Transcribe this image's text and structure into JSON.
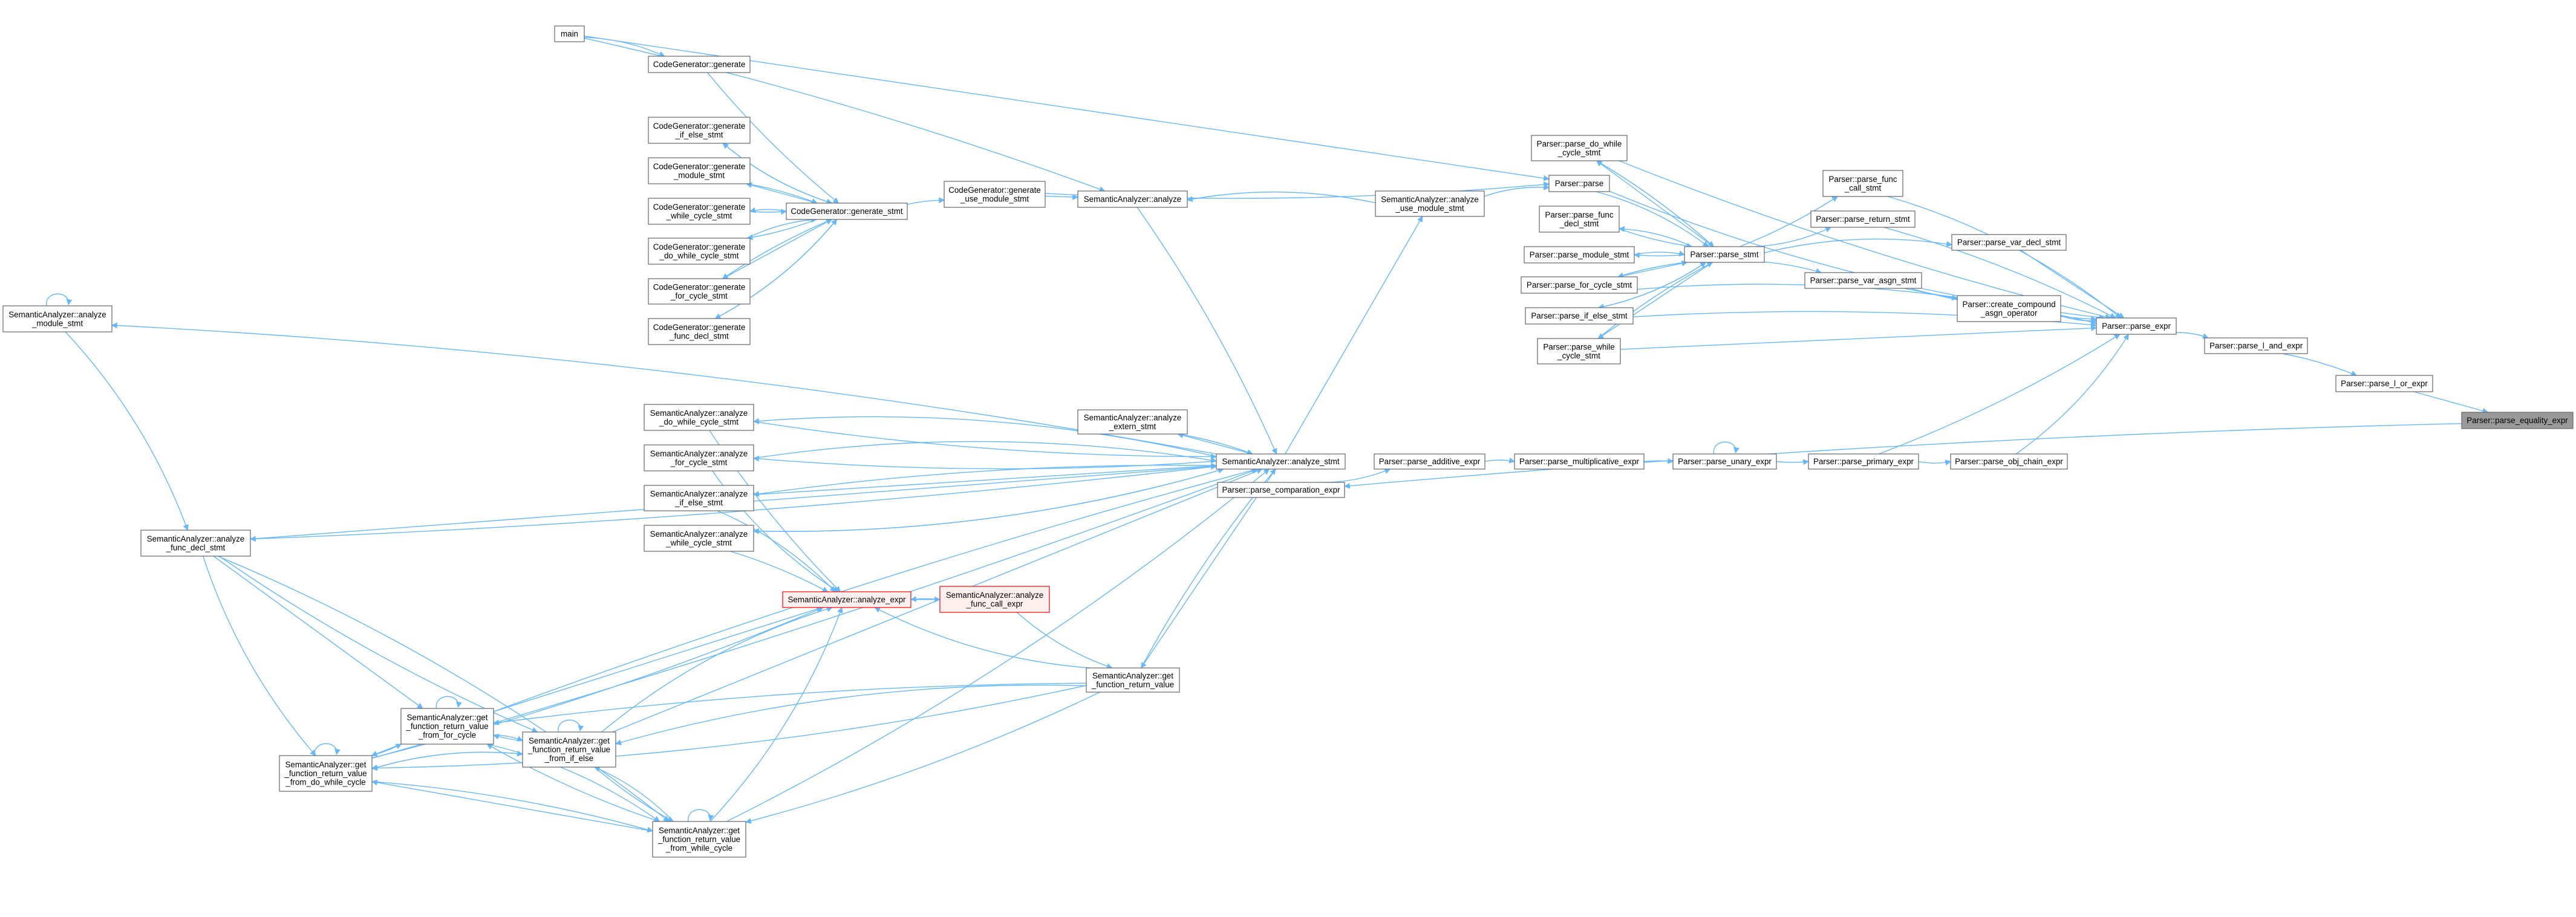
{
  "title": "Parser::parse_equality_expr caller graph",
  "colors": {
    "edge": "#63b8ff",
    "node_border": "#666666",
    "highlight_fill": "#999999",
    "warn_border": "#ff0000",
    "warn_fill": "#fff0f0"
  },
  "nodes": [
    {
      "id": "main",
      "lines": [
        "main"
      ],
      "style": "normal"
    },
    {
      "id": "cg_generate",
      "lines": [
        "CodeGenerator::generate"
      ],
      "style": "normal"
    },
    {
      "id": "cg_if_else",
      "lines": [
        "CodeGenerator::generate",
        "_if_else_stmt"
      ],
      "style": "normal"
    },
    {
      "id": "cg_module",
      "lines": [
        "CodeGenerator::generate",
        "_module_stmt"
      ],
      "style": "normal"
    },
    {
      "id": "cg_while",
      "lines": [
        "CodeGenerator::generate",
        "_while_cycle_stmt"
      ],
      "style": "normal"
    },
    {
      "id": "cg_do_while",
      "lines": [
        "CodeGenerator::generate",
        "_do_while_cycle_stmt"
      ],
      "style": "normal"
    },
    {
      "id": "cg_for",
      "lines": [
        "CodeGenerator::generate",
        "_for_cycle_stmt"
      ],
      "style": "normal"
    },
    {
      "id": "cg_func_decl",
      "lines": [
        "CodeGenerator::generate",
        "_func_decl_stmt"
      ],
      "style": "normal"
    },
    {
      "id": "cg_stmt",
      "lines": [
        "CodeGenerator::generate_stmt"
      ],
      "style": "normal"
    },
    {
      "id": "cg_use_module",
      "lines": [
        "CodeGenerator::generate",
        "_use_module_stmt"
      ],
      "style": "normal"
    },
    {
      "id": "sa_analyze",
      "lines": [
        "SemanticAnalyzer::analyze"
      ],
      "style": "normal"
    },
    {
      "id": "sa_use_module",
      "lines": [
        "SemanticAnalyzer::analyze",
        "_use_module_stmt"
      ],
      "style": "normal"
    },
    {
      "id": "sa_module",
      "lines": [
        "SemanticAnalyzer::analyze",
        "_module_stmt"
      ],
      "style": "normal"
    },
    {
      "id": "sa_func_decl",
      "lines": [
        "SemanticAnalyzer::analyze",
        "_func_decl_stmt"
      ],
      "style": "normal"
    },
    {
      "id": "sa_do_while",
      "lines": [
        "SemanticAnalyzer::analyze",
        "_do_while_cycle_stmt"
      ],
      "style": "normal"
    },
    {
      "id": "sa_for",
      "lines": [
        "SemanticAnalyzer::analyze",
        "_for_cycle_stmt"
      ],
      "style": "normal"
    },
    {
      "id": "sa_if_else",
      "lines": [
        "SemanticAnalyzer::analyze",
        "_if_else_stmt"
      ],
      "style": "normal"
    },
    {
      "id": "sa_while",
      "lines": [
        "SemanticAnalyzer::analyze",
        "_while_cycle_stmt"
      ],
      "style": "normal"
    },
    {
      "id": "sa_extern",
      "lines": [
        "SemanticAnalyzer::analyze",
        "_extern_stmt"
      ],
      "style": "normal"
    },
    {
      "id": "sa_stmt",
      "lines": [
        "SemanticAnalyzer::analyze_stmt"
      ],
      "style": "normal"
    },
    {
      "id": "sa_expr",
      "lines": [
        "SemanticAnalyzer::analyze_expr"
      ],
      "style": "warn"
    },
    {
      "id": "sa_func_call",
      "lines": [
        "SemanticAnalyzer::analyze",
        "_func_call_expr"
      ],
      "style": "warn"
    },
    {
      "id": "sa_get_rv",
      "lines": [
        "SemanticAnalyzer::get",
        "_function_return_value"
      ],
      "style": "normal"
    },
    {
      "id": "sa_rv_for",
      "lines": [
        "SemanticAnalyzer::get",
        "_function_return_value",
        "_from_for_cycle"
      ],
      "style": "normal"
    },
    {
      "id": "sa_rv_if",
      "lines": [
        "SemanticAnalyzer::get",
        "_function_return_value",
        "_from_if_else"
      ],
      "style": "normal"
    },
    {
      "id": "sa_rv_do",
      "lines": [
        "SemanticAnalyzer::get",
        "_function_return_value",
        "_from_do_while_cycle"
      ],
      "style": "normal"
    },
    {
      "id": "sa_rv_while",
      "lines": [
        "SemanticAnalyzer::get",
        "_function_return_value",
        "_from_while_cycle"
      ],
      "style": "normal"
    },
    {
      "id": "p_parse",
      "lines": [
        "Parser::parse"
      ],
      "style": "normal"
    },
    {
      "id": "p_do_while",
      "lines": [
        "Parser::parse_do_while",
        "_cycle_stmt"
      ],
      "style": "normal"
    },
    {
      "id": "p_func_decl",
      "lines": [
        "Parser::parse_func",
        "_decl_stmt"
      ],
      "style": "normal"
    },
    {
      "id": "p_module",
      "lines": [
        "Parser::parse_module_stmt"
      ],
      "style": "normal"
    },
    {
      "id": "p_for",
      "lines": [
        "Parser::parse_for_cycle_stmt"
      ],
      "style": "normal"
    },
    {
      "id": "p_if_else",
      "lines": [
        "Parser::parse_if_else_stmt"
      ],
      "style": "normal"
    },
    {
      "id": "p_while",
      "lines": [
        "Parser::parse_while",
        "_cycle_stmt"
      ],
      "style": "normal"
    },
    {
      "id": "p_stmt",
      "lines": [
        "Parser::parse_stmt"
      ],
      "style": "normal"
    },
    {
      "id": "p_func_call",
      "lines": [
        "Parser::parse_func",
        "_call_stmt"
      ],
      "style": "normal"
    },
    {
      "id": "p_return",
      "lines": [
        "Parser::parse_return_stmt"
      ],
      "style": "normal"
    },
    {
      "id": "p_var_decl",
      "lines": [
        "Parser::parse_var_decl_stmt"
      ],
      "style": "normal"
    },
    {
      "id": "p_var_asgn",
      "lines": [
        "Parser::parse_var_asgn_stmt"
      ],
      "style": "normal"
    },
    {
      "id": "p_compound",
      "lines": [
        "Parser::create_compound",
        "_asgn_operator"
      ],
      "style": "normal"
    },
    {
      "id": "p_expr",
      "lines": [
        "Parser::parse_expr"
      ],
      "style": "normal"
    },
    {
      "id": "p_l_and",
      "lines": [
        "Parser::parse_l_and_expr"
      ],
      "style": "normal"
    },
    {
      "id": "p_l_or",
      "lines": [
        "Parser::parse_l_or_expr"
      ],
      "style": "normal"
    },
    {
      "id": "p_equality",
      "lines": [
        "Parser::parse_equality_expr"
      ],
      "style": "highlight"
    },
    {
      "id": "p_comparation",
      "lines": [
        "Parser::parse_comparation_expr"
      ],
      "style": "normal"
    },
    {
      "id": "p_additive",
      "lines": [
        "Parser::parse_additive_expr"
      ],
      "style": "normal"
    },
    {
      "id": "p_multiplicative",
      "lines": [
        "Parser::parse_multiplicative_expr"
      ],
      "style": "normal"
    },
    {
      "id": "p_unary",
      "lines": [
        "Parser::parse_unary_expr"
      ],
      "style": "normal"
    },
    {
      "id": "p_primary",
      "lines": [
        "Parser::parse_primary_expr"
      ],
      "style": "normal"
    },
    {
      "id": "p_obj_chain",
      "lines": [
        "Parser::parse_obj_chain_expr"
      ],
      "style": "normal"
    }
  ],
  "edges": [
    [
      "main",
      "cg_generate"
    ],
    [
      "main",
      "sa_analyze"
    ],
    [
      "main",
      "p_parse"
    ],
    [
      "cg_generate",
      "cg_stmt"
    ],
    [
      "cg_if_else",
      "cg_stmt"
    ],
    [
      "cg_stmt",
      "cg_if_else"
    ],
    [
      "cg_module",
      "cg_stmt"
    ],
    [
      "cg_stmt",
      "cg_module"
    ],
    [
      "cg_while",
      "cg_stmt"
    ],
    [
      "cg_stmt",
      "cg_while"
    ],
    [
      "cg_do_while",
      "cg_stmt"
    ],
    [
      "cg_stmt",
      "cg_do_while"
    ],
    [
      "cg_for",
      "cg_stmt"
    ],
    [
      "cg_stmt",
      "cg_for"
    ],
    [
      "cg_func_decl",
      "cg_stmt"
    ],
    [
      "cg_stmt",
      "cg_func_decl"
    ],
    [
      "cg_stmt",
      "cg_use_module"
    ],
    [
      "cg_use_module",
      "sa_analyze"
    ],
    [
      "cg_use_module",
      "p_parse"
    ],
    [
      "sa_use_module",
      "sa_analyze"
    ],
    [
      "sa_use_module",
      "p_parse"
    ],
    [
      "sa_analyze",
      "sa_stmt"
    ],
    [
      "sa_stmt",
      "sa_use_module"
    ],
    [
      "sa_module",
      "sa_module"
    ],
    [
      "sa_stmt",
      "sa_module"
    ],
    [
      "sa_module",
      "sa_func_decl"
    ],
    [
      "sa_stmt",
      "sa_func_decl"
    ],
    [
      "sa_func_decl",
      "sa_stmt"
    ],
    [
      "sa_do_while",
      "sa_stmt"
    ],
    [
      "sa_stmt",
      "sa_do_while"
    ],
    [
      "sa_for",
      "sa_stmt"
    ],
    [
      "sa_stmt",
      "sa_for"
    ],
    [
      "sa_if_else",
      "sa_stmt"
    ],
    [
      "sa_stmt",
      "sa_if_else"
    ],
    [
      "sa_while",
      "sa_stmt"
    ],
    [
      "sa_stmt",
      "sa_while"
    ],
    [
      "sa_extern",
      "sa_stmt"
    ],
    [
      "sa_stmt",
      "sa_extern"
    ],
    [
      "sa_do_while",
      "sa_expr"
    ],
    [
      "sa_for",
      "sa_expr"
    ],
    [
      "sa_if_else",
      "sa_expr"
    ],
    [
      "sa_while",
      "sa_expr"
    ],
    [
      "sa_expr",
      "sa_func_call"
    ],
    [
      "sa_func_call",
      "sa_expr"
    ],
    [
      "sa_func_call",
      "sa_get_rv"
    ],
    [
      "sa_get_rv",
      "sa_expr"
    ],
    [
      "sa_get_rv",
      "sa_stmt"
    ],
    [
      "sa_stmt",
      "sa_get_rv"
    ],
    [
      "sa_get_rv",
      "sa_rv_for"
    ],
    [
      "sa_get_rv",
      "sa_rv_if"
    ],
    [
      "sa_get_rv",
      "sa_rv_do"
    ],
    [
      "sa_get_rv",
      "sa_rv_while"
    ],
    [
      "sa_func_decl",
      "sa_rv_for"
    ],
    [
      "sa_func_decl",
      "sa_rv_if"
    ],
    [
      "sa_func_decl",
      "sa_rv_do"
    ],
    [
      "sa_func_decl",
      "sa_rv_while"
    ],
    [
      "sa_rv_for",
      "sa_rv_for"
    ],
    [
      "sa_rv_if",
      "sa_rv_if"
    ],
    [
      "sa_rv_do",
      "sa_rv_do"
    ],
    [
      "sa_rv_while",
      "sa_rv_while"
    ],
    [
      "sa_rv_for",
      "sa_rv_if"
    ],
    [
      "sa_rv_if",
      "sa_rv_for"
    ],
    [
      "sa_rv_for",
      "sa_rv_do"
    ],
    [
      "sa_rv_do",
      "sa_rv_for"
    ],
    [
      "sa_rv_if",
      "sa_rv_do"
    ],
    [
      "sa_rv_do",
      "sa_rv_if"
    ],
    [
      "sa_rv_do",
      "sa_rv_while"
    ],
    [
      "sa_rv_while",
      "sa_rv_do"
    ],
    [
      "sa_rv_if",
      "sa_rv_while"
    ],
    [
      "sa_rv_while",
      "sa_rv_if"
    ],
    [
      "sa_rv_for",
      "sa_rv_while"
    ],
    [
      "sa_rv_while",
      "sa_rv_for"
    ],
    [
      "sa_rv_for",
      "sa_expr"
    ],
    [
      "sa_rv_do",
      "sa_expr"
    ],
    [
      "sa_rv_while",
      "sa_expr"
    ],
    [
      "sa_rv_if",
      "sa_expr"
    ],
    [
      "sa_rv_for",
      "sa_stmt"
    ],
    [
      "sa_rv_if",
      "sa_stmt"
    ],
    [
      "sa_rv_do",
      "sa_stmt"
    ],
    [
      "sa_rv_while",
      "sa_stmt"
    ],
    [
      "p_parse",
      "p_stmt"
    ],
    [
      "p_do_while",
      "p_stmt"
    ],
    [
      "p_stmt",
      "p_do_while"
    ],
    [
      "p_func_decl",
      "p_stmt"
    ],
    [
      "p_stmt",
      "p_func_decl"
    ],
    [
      "p_module",
      "p_stmt"
    ],
    [
      "p_stmt",
      "p_module"
    ],
    [
      "p_for",
      "p_stmt"
    ],
    [
      "p_stmt",
      "p_for"
    ],
    [
      "p_if_else",
      "p_stmt"
    ],
    [
      "p_stmt",
      "p_if_else"
    ],
    [
      "p_while",
      "p_stmt"
    ],
    [
      "p_stmt",
      "p_while"
    ],
    [
      "p_stmt",
      "p_func_call"
    ],
    [
      "p_stmt",
      "p_return"
    ],
    [
      "p_stmt",
      "p_var_decl"
    ],
    [
      "p_stmt",
      "p_var_asgn"
    ],
    [
      "p_var_asgn",
      "p_compound"
    ],
    [
      "p_do_while",
      "p_expr"
    ],
    [
      "p_parse",
      "p_expr"
    ],
    [
      "p_func_call",
      "p_expr"
    ],
    [
      "p_return",
      "p_expr"
    ],
    [
      "p_var_decl",
      "p_expr"
    ],
    [
      "p_var_asgn",
      "p_expr"
    ],
    [
      "p_compound",
      "p_expr"
    ],
    [
      "p_for",
      "p_expr"
    ],
    [
      "p_if_else",
      "p_expr"
    ],
    [
      "p_while",
      "p_expr"
    ],
    [
      "p_primary",
      "p_expr"
    ],
    [
      "p_obj_chain",
      "p_expr"
    ],
    [
      "p_expr",
      "p_l_and"
    ],
    [
      "p_l_and",
      "p_l_or"
    ],
    [
      "p_l_or",
      "p_equality"
    ],
    [
      "p_equality",
      "p_comparation"
    ],
    [
      "p_comparation",
      "p_additive"
    ],
    [
      "p_additive",
      "p_multiplicative"
    ],
    [
      "p_multiplicative",
      "p_unary"
    ],
    [
      "p_unary",
      "p_unary"
    ],
    [
      "p_unary",
      "p_primary"
    ],
    [
      "p_primary",
      "p_obj_chain"
    ]
  ]
}
